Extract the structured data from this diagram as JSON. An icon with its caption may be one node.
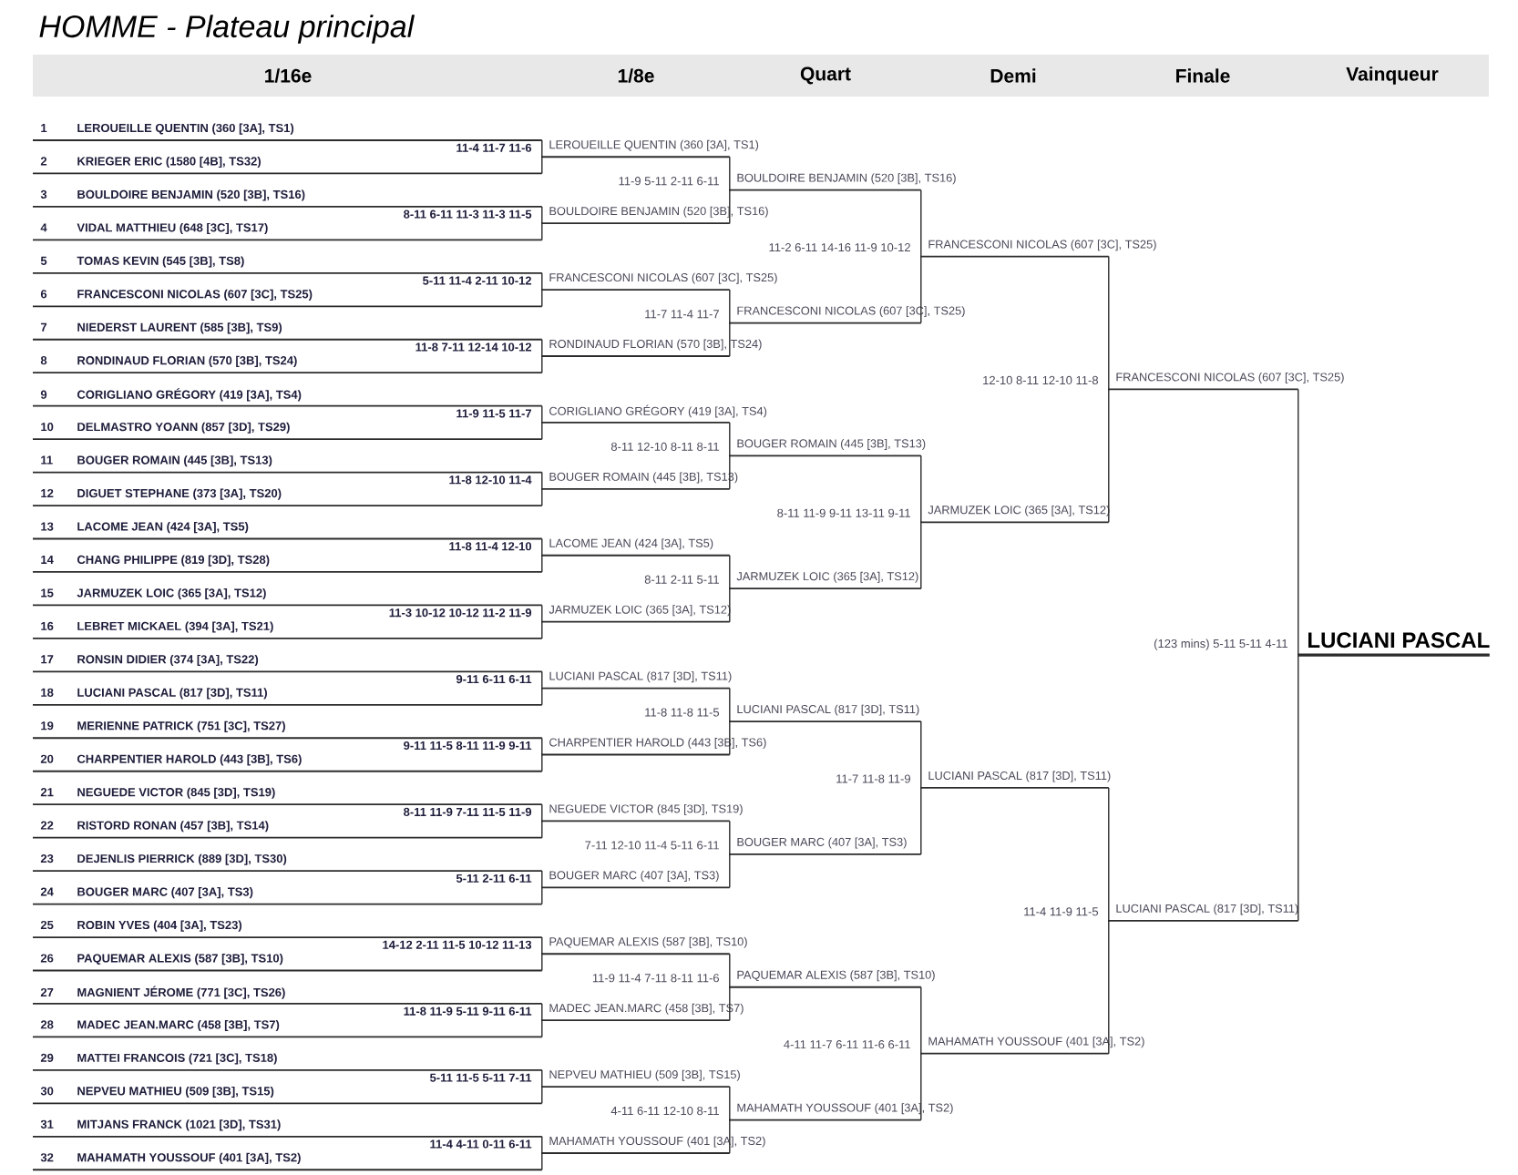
{
  "diagram": {
    "title": "HOMME - Plateau principal",
    "nodes": [
      {
        "text": [
          "1",
          "LEROUEILLE QUENTIN (360 [3A], TS1)"
        ]
      },
      {
        "text": [
          "2",
          "KRIEGER ERIC (1580 [4B], TS32)"
        ]
      },
      {
        "text": [
          "3",
          "BOULDOIRE BENJAMIN (520 [3B], TS16)"
        ]
      },
      {
        "text": [
          "4",
          "VIDAL MATTHIEU (648 [3C], TS17)"
        ]
      },
      {
        "text": [
          "5",
          "TOMAS KEVIN (545 [3B], TS8)"
        ]
      },
      {
        "text": [
          "6",
          "FRANCESCONI NICOLAS (607 [3C], TS25)"
        ]
      },
      {
        "text": [
          "7",
          "NIEDERST LAURENT (585 [3B], TS9)"
        ]
      },
      {
        "text": [
          "8",
          "RONDINAUD FLORIAN (570 [3B], TS24)"
        ]
      },
      {
        "text": [
          "9",
          "CORIGLIANO GRÉGORY (419 [3A], TS4)"
        ]
      },
      {
        "text": [
          "10",
          "DELMASTRO YOANN (857 [3D], TS29)"
        ]
      },
      {
        "text": [
          "11",
          "BOUGER ROMAIN (445 [3B], TS13)"
        ]
      },
      {
        "text": [
          "12",
          "DIGUET STEPHANE (373 [3A], TS20)"
        ]
      },
      {
        "text": [
          "13",
          "LACOME JEAN (424 [3A], TS5)"
        ]
      },
      {
        "text": [
          "14",
          "CHANG PHILIPPE (819 [3D], TS28)"
        ]
      },
      {
        "text": [
          "15",
          "JARMUZEK LOIC (365 [3A], TS12)"
        ]
      },
      {
        "text": [
          "16",
          "LEBRET MICKAEL (394 [3A], TS21)"
        ]
      },
      {
        "text": [
          "17",
          "RONSIN DIDIER (374 [3A], TS22)"
        ]
      },
      {
        "text": [
          "18",
          "LUCIANI PASCAL (817 [3D], TS11)"
        ]
      },
      {
        "text": [
          "19",
          "MERIENNE PATRICK (751 [3C], TS27)"
        ]
      },
      {
        "text": [
          "20",
          "CHARPENTIER HAROLD (443 [3B], TS6)"
        ]
      },
      {
        "text": [
          "21",
          "NEGUEDE VICTOR (845 [3D], TS19)"
        ]
      },
      {
        "text": [
          "22",
          "RISTORD RONAN (457 [3B], TS14)"
        ]
      },
      {
        "text": [
          "23",
          "DEJENLIS PIERRICK (889 [3D], TS30)"
        ]
      },
      {
        "text": [
          "24",
          "BOUGER MARC (407 [3A], TS3)"
        ]
      },
      {
        "text": [
          "25",
          "ROBIN YVES (404 [3A], TS23)"
        ]
      },
      {
        "text": [
          "26",
          "PAQUEMAR ALEXIS (587 [3B], TS10)"
        ]
      },
      {
        "text": [
          "27",
          "MAGNIENT JÉROME (771 [3C], TS26)"
        ]
      },
      {
        "text": [
          "28",
          "MADEC JEAN.MARC (458 [3B], TS7)"
        ]
      },
      {
        "text": [
          "29",
          "MATTEI FRANCOIS (721 [3C], TS18)"
        ]
      },
      {
        "text": [
          "30",
          "NEPVEU MATHIEU (509 [3B], TS15)"
        ]
      },
      {
        "text": [
          "31",
          "MITJANS FRANCK (1021 [3D], TS31)"
        ]
      },
      {
        "text": [
          "32",
          "MAHAMATH YOUSSOUF (401 [3A], TS2)"
        ]
      },
      {
        "text": [
          "LEROUEILLE QUENTIN (360 [3A], TS1)"
        ]
      },
      {
        "text": [
          "BOULDOIRE BENJAMIN (520 [3B], TS16)"
        ]
      },
      {
        "text": [
          "FRANCESCONI NICOLAS (607 [3C], TS25)"
        ]
      },
      {
        "text": [
          "RONDINAUD FLORIAN (570 [3B], TS24)"
        ]
      },
      {
        "text": [
          "CORIGLIANO GRÉGORY (419 [3A], TS4)"
        ]
      },
      {
        "text": [
          "BOUGER ROMAIN (445 [3B], TS13)"
        ]
      },
      {
        "text": [
          "LACOME JEAN (424 [3A], TS5)"
        ]
      },
      {
        "text": [
          "JARMUZEK LOIC (365 [3A], TS12)"
        ]
      },
      {
        "text": [
          "LUCIANI PASCAL (817 [3D], TS11)"
        ]
      },
      {
        "text": [
          "CHARPENTIER HAROLD (443 [3B], TS6)"
        ]
      },
      {
        "text": [
          "NEGUEDE VICTOR (845 [3D], TS19)"
        ]
      },
      {
        "text": [
          "BOUGER MARC (407 [3A], TS3)"
        ]
      },
      {
        "text": [
          "PAQUEMAR ALEXIS (587 [3B], TS10)"
        ]
      },
      {
        "text": [
          "MADEC JEAN.MARC (458 [3B], TS7)"
        ]
      },
      {
        "text": [
          "NEPVEU MATHIEU (509 [3B], TS15)"
        ]
      },
      {
        "text": [
          "MAHAMATH YOUSSOUF (401 [3A], TS2)"
        ]
      },
      {
        "text": [
          "BOULDOIRE BENJAMIN (520 [3B], TS16)"
        ]
      },
      {
        "text": [
          "FRANCESCONI NICOLAS (607 [3C], TS25)"
        ]
      },
      {
        "text": [
          "BOUGER ROMAIN (445 [3B], TS13)"
        ]
      },
      {
        "text": [
          "JARMUZEK LOIC (365 [3A], TS12)"
        ]
      },
      {
        "text": [
          "LUCIANI PASCAL (817 [3D], TS11)"
        ]
      },
      {
        "text": [
          "BOUGER MARC (407 [3A], TS3)"
        ]
      },
      {
        "text": [
          "PAQUEMAR ALEXIS (587 [3B], TS10)"
        ]
      },
      {
        "text": [
          "MAHAMATH YOUSSOUF (401 [3A], TS2)"
        ]
      },
      {
        "text": [
          "FRANCESCONI NICOLAS (607 [3C], TS25)"
        ]
      },
      {
        "text": [
          "JARMUZEK LOIC (365 [3A], TS12)"
        ]
      },
      {
        "text": [
          "LUCIANI PASCAL (817 [3D], TS11)"
        ]
      },
      {
        "text": [
          "MAHAMATH YOUSSOUF (401 [3A], TS2)"
        ]
      },
      {
        "text": [
          "FRANCESCONI NICOLAS (607 [3C], TS25)"
        ]
      },
      {
        "text": [
          "LUCIANI PASCAL (817 [3D], TS11)"
        ]
      },
      {
        "text": [
          "LUCIANI PASCAL"
        ]
      }
    ],
    "edges": [
      {
        "from": 0,
        "to": 32,
        "arrow": "none"
      },
      {
        "from": 1,
        "to": 32,
        "arrow": "none",
        "label": "11-4 11-7 11-6"
      },
      {
        "from": 2,
        "to": 33,
        "arrow": "none"
      },
      {
        "from": 3,
        "to": 33,
        "arrow": "none",
        "label": "8-11 6-11 11-3 11-3 11-5"
      },
      {
        "from": 4,
        "to": 34,
        "arrow": "none"
      },
      {
        "from": 5,
        "to": 34,
        "arrow": "none",
        "label": "5-11 11-4 2-11 10-12"
      },
      {
        "from": 6,
        "to": 35,
        "arrow": "none"
      },
      {
        "from": 7,
        "to": 35,
        "arrow": "none",
        "label": "11-8 7-11 12-14 10-12"
      },
      {
        "from": 8,
        "to": 36,
        "arrow": "none"
      },
      {
        "from": 9,
        "to": 36,
        "arrow": "none",
        "label": "11-9 11-5 11-7"
      },
      {
        "from": 10,
        "to": 37,
        "arrow": "none"
      },
      {
        "from": 11,
        "to": 37,
        "arrow": "none",
        "label": "11-8 12-10 11-4"
      },
      {
        "from": 12,
        "to": 38,
        "arrow": "none"
      },
      {
        "from": 13,
        "to": 38,
        "arrow": "none",
        "label": "11-8 11-4 12-10"
      },
      {
        "from": 14,
        "to": 39,
        "arrow": "none"
      },
      {
        "from": 15,
        "to": 39,
        "arrow": "none",
        "label": "11-3 10-12 10-12 11-2 11-9"
      },
      {
        "from": 16,
        "to": 40,
        "arrow": "none"
      },
      {
        "from": 17,
        "to": 40,
        "arrow": "none",
        "label": "9-11 6-11 6-11"
      },
      {
        "from": 18,
        "to": 41,
        "arrow": "none"
      },
      {
        "from": 19,
        "to": 41,
        "arrow": "none",
        "label": "9-11 11-5 8-11 11-9 9-11"
      },
      {
        "from": 20,
        "to": 42,
        "arrow": "none"
      },
      {
        "from": 21,
        "to": 42,
        "arrow": "none",
        "label": "8-11 11-9 7-11 11-5 11-9"
      },
      {
        "from": 22,
        "to": 43,
        "arrow": "none"
      },
      {
        "from": 23,
        "to": 43,
        "arrow": "none",
        "label": "5-11 2-11 6-11"
      },
      {
        "from": 24,
        "to": 44,
        "arrow": "none"
      },
      {
        "from": 25,
        "to": 44,
        "arrow": "none",
        "label": "14-12 2-11 11-5 10-12 11-13"
      },
      {
        "from": 26,
        "to": 45,
        "arrow": "none"
      },
      {
        "from": 27,
        "to": 45,
        "arrow": "none",
        "label": "11-8 11-9 5-11 9-11 6-11"
      },
      {
        "from": 28,
        "to": 46,
        "arrow": "none"
      },
      {
        "from": 29,
        "to": 46,
        "arrow": "none",
        "label": "5-11 11-5 5-11 7-11"
      },
      {
        "from": 30,
        "to": 47,
        "arrow": "none"
      },
      {
        "from": 31,
        "to": 47,
        "arrow": "none",
        "label": "11-4 4-11 0-11 6-11"
      },
      {
        "from": 32,
        "to": 48,
        "arrow": "none"
      },
      {
        "from": 33,
        "to": 48,
        "arrow": "none",
        "label": "11-9 5-11 2-11 6-11"
      },
      {
        "from": 34,
        "to": 49,
        "arrow": "none"
      },
      {
        "from": 35,
        "to": 49,
        "arrow": "none",
        "label": "11-7 11-4 11-7"
      },
      {
        "from": 36,
        "to": 50,
        "arrow": "none"
      },
      {
        "from": 37,
        "to": 50,
        "arrow": "none",
        "label": "8-11 12-10 8-11 8-11"
      },
      {
        "from": 38,
        "to": 51,
        "arrow": "none"
      },
      {
        "from": 39,
        "to": 51,
        "arrow": "none",
        "label": "8-11 2-11 5-11"
      },
      {
        "from": 40,
        "to": 52,
        "arrow": "none"
      },
      {
        "from": 41,
        "to": 52,
        "arrow": "none",
        "label": "11-8 11-8 11-5"
      },
      {
        "from": 42,
        "to": 53,
        "arrow": "none"
      },
      {
        "from": 43,
        "to": 53,
        "arrow": "none",
        "label": "7-11 12-10 11-4 5-11 6-11"
      },
      {
        "from": 44,
        "to": 54,
        "arrow": "none"
      },
      {
        "from": 45,
        "to": 54,
        "arrow": "none",
        "label": "11-9 11-4 7-11 8-11 11-6"
      },
      {
        "from": 46,
        "to": 55,
        "arrow": "none"
      },
      {
        "from": 47,
        "to": 55,
        "arrow": "none",
        "label": "4-11 6-11 12-10 8-11"
      },
      {
        "from": 48,
        "to": 56,
        "arrow": "none"
      },
      {
        "from": 49,
        "to": 56,
        "arrow": "none",
        "label": "11-2 6-11 14-16 11-9 10-12"
      },
      {
        "from": 50,
        "to": 57,
        "arrow": "none"
      },
      {
        "from": 51,
        "to": 57,
        "arrow": "none",
        "label": "8-11 11-9 9-11 13-11 9-11"
      },
      {
        "from": 52,
        "to": 58,
        "arrow": "none"
      },
      {
        "from": 53,
        "to": 58,
        "arrow": "none",
        "label": "11-7 11-8 11-9"
      },
      {
        "from": 54,
        "to": 59,
        "arrow": "none"
      },
      {
        "from": 55,
        "to": 59,
        "arrow": "none",
        "label": "4-11 11-7 6-11 11-6 6-11"
      },
      {
        "from": 56,
        "to": 60,
        "arrow": "none"
      },
      {
        "from": 57,
        "to": 60,
        "arrow": "none",
        "label": "12-10 8-11 12-10 11-8"
      },
      {
        "from": 58,
        "to": 61,
        "arrow": "none"
      },
      {
        "from": 59,
        "to": 61,
        "arrow": "none",
        "label": "11-4 11-9 11-5"
      },
      {
        "from": 60,
        "to": 62,
        "arrow": "none"
      },
      {
        "from": 61,
        "to": 62,
        "arrow": "none",
        "label": "(123 mins) 5-11 5-11 4-11"
      }
    ],
    "labels": [
      "1/16e",
      "1/8e",
      "Quart",
      "Demi",
      "Finale",
      "Vainqueur"
    ]
  }
}
